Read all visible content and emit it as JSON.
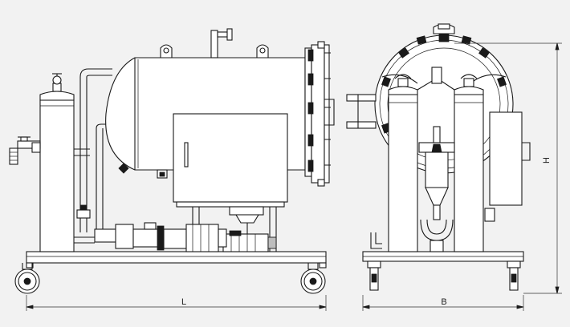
{
  "dimensions": {
    "length_label": "L",
    "width_label": "B",
    "height_label": "H"
  },
  "colors": {
    "background": "#f2f2f2",
    "line": "#1a1a1a",
    "fill": "#ffffff"
  }
}
